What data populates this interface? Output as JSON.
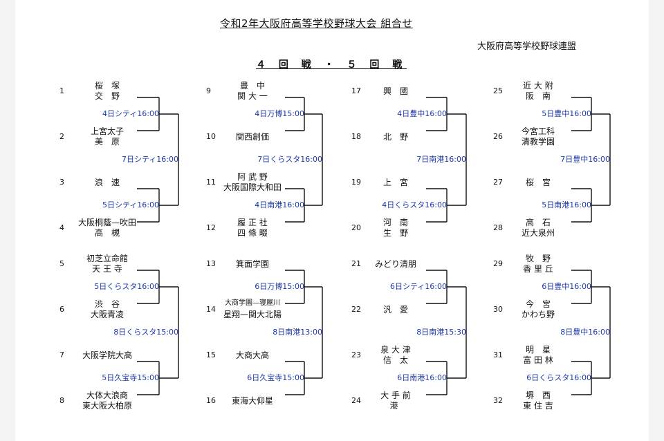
{
  "title": "令和2年大阪府高等学校野球大会 組合せ",
  "organizer": "大阪府高等学校野球連盟",
  "round_heading": "４ 回 戦 ・ ５ 回 戦",
  "blocks": [
    {
      "teams": [
        {
          "no": "1",
          "lines": [
            "桜　塚",
            "交　野"
          ]
        },
        {
          "no": "2",
          "lines": [
            "上宮太子",
            "美　原"
          ]
        },
        {
          "no": "3",
          "lines": [
            "浪　速"
          ]
        },
        {
          "no": "4",
          "lines": [
            "大阪桐蔭—吹田",
            "高　槻"
          ]
        }
      ],
      "matches": [
        "4日シティ16:00",
        "5日シティ16:00"
      ],
      "final": "7日シティ16:00"
    },
    {
      "teams": [
        {
          "no": "5",
          "lines": [
            "初芝立命館",
            "天 王 寺"
          ]
        },
        {
          "no": "6",
          "lines": [
            "渋　谷",
            "大阪青凌"
          ]
        },
        {
          "no": "7",
          "lines": [
            "大阪学院大高"
          ]
        },
        {
          "no": "8",
          "lines": [
            "大体大浪商",
            "東大阪大柏原"
          ]
        }
      ],
      "matches": [
        "5日くらスタ16:00",
        "5日久宝寺15:00"
      ],
      "final": "8日くらスタ15:00"
    },
    {
      "teams": [
        {
          "no": "9",
          "lines": [
            "豊　中",
            "関 大 一"
          ]
        },
        {
          "no": "10",
          "lines": [
            "関西創価"
          ]
        },
        {
          "no": "11",
          "lines": [
            "阿 武 野",
            "大阪国際大和田"
          ]
        },
        {
          "no": "12",
          "lines": [
            "履 正 社",
            "四 條 畷"
          ]
        }
      ],
      "matches": [
        "4日万博15:00",
        "4日南港16:00"
      ],
      "final": "7日くらスタ16:00"
    },
    {
      "teams": [
        {
          "no": "13",
          "lines": [
            "箕面学園"
          ]
        },
        {
          "no": "14",
          "lines": [
            "大商学園—寝屋川",
            "星翔—関大北陽"
          ]
        },
        {
          "no": "15",
          "lines": [
            "大商大高"
          ]
        },
        {
          "no": "16",
          "lines": [
            "東海大仰星"
          ]
        }
      ],
      "matches": [
        "6日万博15:00",
        "6日久宝寺15:00"
      ],
      "final": "8日南港13:00"
    },
    {
      "teams": [
        {
          "no": "17",
          "lines": [
            "興　國"
          ]
        },
        {
          "no": "18",
          "lines": [
            "北　野"
          ]
        },
        {
          "no": "19",
          "lines": [
            "上　宮"
          ]
        },
        {
          "no": "20",
          "lines": [
            "河　南",
            "生　野"
          ]
        }
      ],
      "matches": [
        "4日豊中16:00",
        "4日くらスタ16:00"
      ],
      "final": "7日南港16:00"
    },
    {
      "teams": [
        {
          "no": "21",
          "lines": [
            "みどり清朋"
          ]
        },
        {
          "no": "22",
          "lines": [
            "汎　愛"
          ]
        },
        {
          "no": "23",
          "lines": [
            "泉 大 津",
            "信　太"
          ]
        },
        {
          "no": "24",
          "lines": [
            "大 手 前",
            "港"
          ]
        }
      ],
      "matches": [
        "6日シティ16:00",
        "6日南港16:00"
      ],
      "final": "8日南港15:30"
    },
    {
      "teams": [
        {
          "no": "25",
          "lines": [
            "近 大 附",
            "阪　南"
          ]
        },
        {
          "no": "26",
          "lines": [
            "今宮工科",
            "清教学園"
          ]
        },
        {
          "no": "27",
          "lines": [
            "桜　宮"
          ]
        },
        {
          "no": "28",
          "lines": [
            "高　石",
            "近大泉州"
          ]
        }
      ],
      "matches": [
        "5日豊中16:00",
        "5日南港16:00"
      ],
      "final": "7日豊中16:00"
    },
    {
      "teams": [
        {
          "no": "29",
          "lines": [
            "牧　野",
            "香 里 丘"
          ]
        },
        {
          "no": "30",
          "lines": [
            "今　宮",
            "かわち野"
          ]
        },
        {
          "no": "31",
          "lines": [
            "明　星",
            "富 田 林"
          ]
        },
        {
          "no": "32",
          "lines": [
            "堺　西",
            "東 住 吉"
          ]
        }
      ],
      "matches": [
        "6日豊中16:00",
        "6日くらスタ16:00"
      ],
      "final": "8日豊中16:00"
    }
  ]
}
